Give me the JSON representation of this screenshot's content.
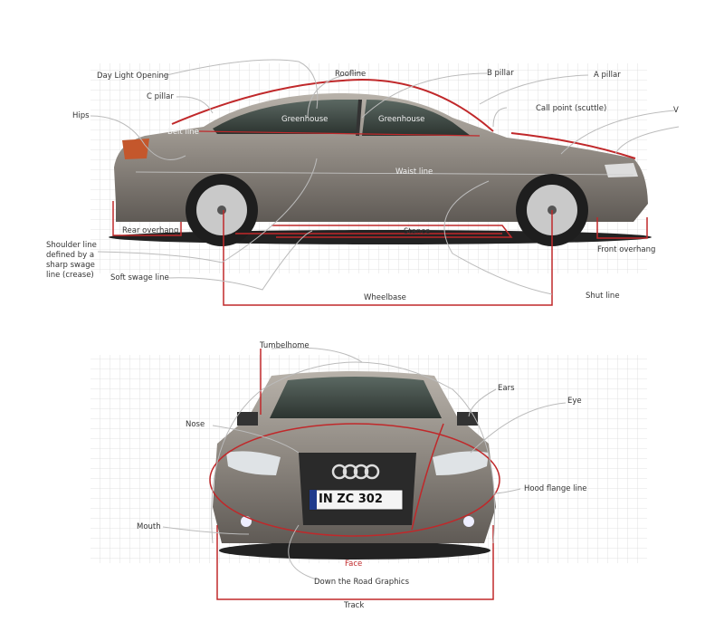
{
  "side_view": {
    "labels": {
      "day_light_opening": "Day Light Opening",
      "roofline": "Roofline",
      "b_pillar": "B pillar",
      "a_pillar": "A pillar",
      "c_pillar": "C pillar",
      "call_point": "Call point  (scuttle)",
      "v_cut": "V",
      "hips": "Hips",
      "belt_line": "Belt line",
      "greenhouse_rear": "Greenhouse",
      "greenhouse_front": "Greenhouse",
      "waist_line": "Waist line",
      "rear_overhang": "Rear overhang",
      "stance": "Stance",
      "front_overhang": "Front overhang",
      "shoulder_line": "Shoulder line defined by a sharp swage line (crease)",
      "soft_swage_line": "Soft swage line",
      "wheelbase": "Wheelbase",
      "shut_line": "Shut line"
    }
  },
  "front_view": {
    "labels": {
      "tumbelhome": "Tumbelhome",
      "ears": "Ears",
      "eye": "Eye",
      "nose": "Nose",
      "hood_flange_line": "Hood flange line",
      "mouth": "Mouth",
      "face": "Face",
      "down_the_road_graphics": "Down the Road Graphics",
      "track": "Track"
    },
    "license_plate": "IN ZC 302"
  },
  "colors": {
    "accent": "#c0282a",
    "grid": "#d8d8d8",
    "car": "#8a857e"
  }
}
